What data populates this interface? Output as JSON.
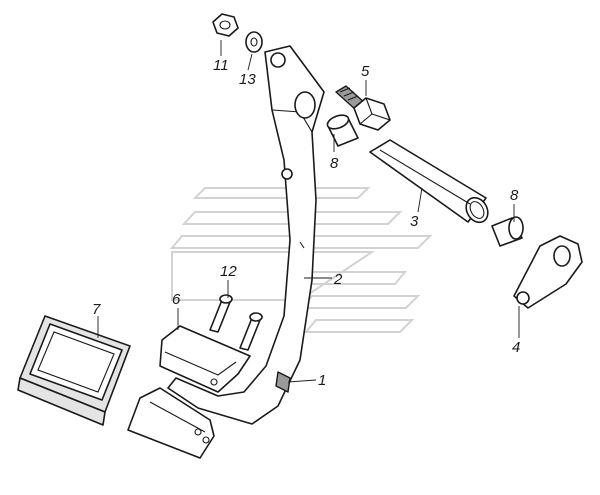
{
  "callouts": {
    "nut": "11",
    "washer": "13",
    "bolt": "5",
    "bushing_upper": "8",
    "shaft": "3",
    "bushing_lower": "8",
    "lever": "4",
    "pin": "12",
    "pedal_arm": "2",
    "pad_plate": "6",
    "rubber_pad": "7",
    "pedal_assembly": "1"
  },
  "colors": {
    "line": "#1a1a1a",
    "watermark": "#d2d2d2",
    "fill_light": "#e4e4e4"
  }
}
